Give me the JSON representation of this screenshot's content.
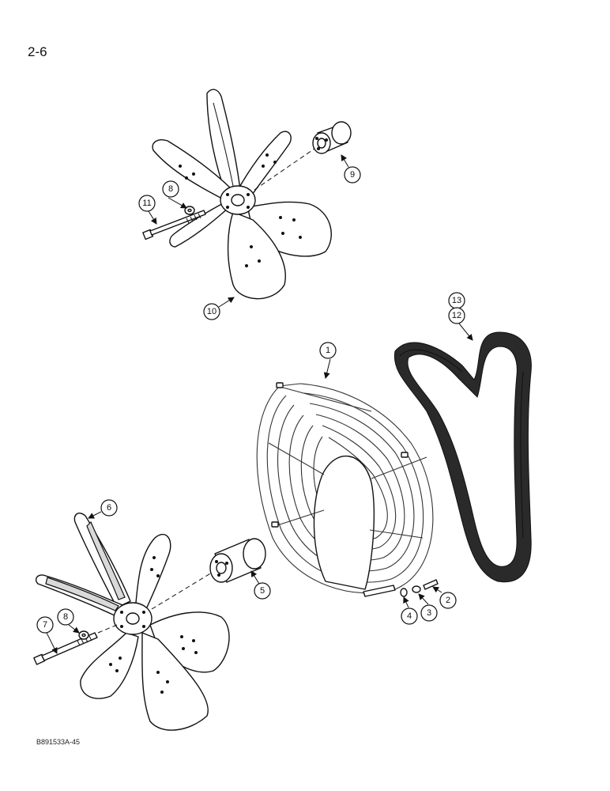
{
  "page_number": "2-6",
  "figure_code": "B891533A-45",
  "callouts": {
    "c1": "1",
    "c2": "2",
    "c3": "3",
    "c4": "4",
    "c5": "5",
    "c6": "6",
    "c7": "7",
    "c8a": "8",
    "c8b": "8",
    "c9": "9",
    "c10": "10",
    "c11": "11",
    "c12": "12",
    "c13": "13"
  }
}
